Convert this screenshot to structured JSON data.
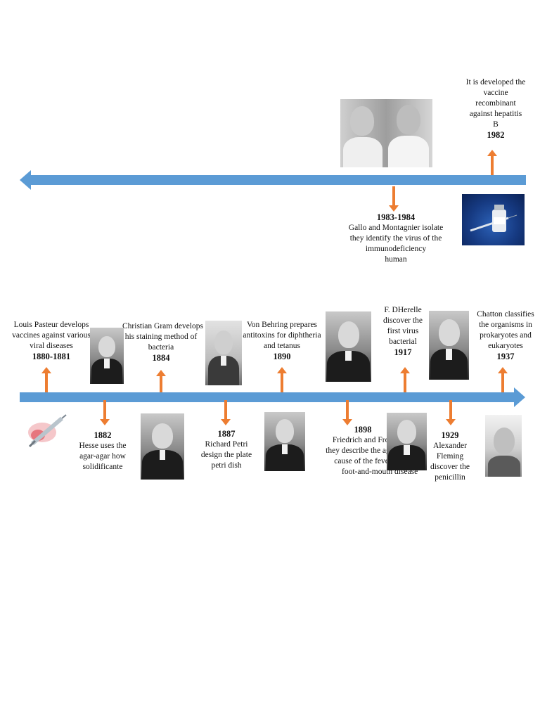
{
  "top_timeline": {
    "direction": "left",
    "events": [
      {
        "id": "1982",
        "lines": [
          "It is developed the",
          "vaccine",
          "recombinant",
          "against hepatitis",
          "B"
        ],
        "year": "1982",
        "arrow": "up",
        "image": "vaccine-vial-photo"
      },
      {
        "id": "1983-1984",
        "year": "1983-1984",
        "lines": [
          "Gallo and Montagnier isolate",
          "they identify the virus of the",
          "immunodeficiency",
          "human"
        ],
        "arrow": "down",
        "image": "two-scientists-photo"
      }
    ]
  },
  "bottom_timeline": {
    "direction": "right",
    "events": [
      {
        "id": "1880",
        "lines": [
          "Louis Pasteur develops",
          "vaccines against various",
          "viral diseases"
        ],
        "year": "1880-1881",
        "arrow": "up",
        "image": "syringe-illustration"
      },
      {
        "id": "1882",
        "year": "1882",
        "lines": [
          "Hesse uses the",
          "agar-agar how",
          "solidificante"
        ],
        "arrow": "down",
        "image": "hesse-portrait"
      },
      {
        "id": "1884",
        "lines": [
          "Christian Gram develops",
          "his staining method of",
          "bacteria"
        ],
        "year": "1884",
        "arrow": "up",
        "image": "gram-portrait"
      },
      {
        "id": "1887",
        "year": "1887",
        "lines": [
          "Richard Petri",
          "design the plate",
          "petri dish"
        ],
        "arrow": "down",
        "image": "petri-portrait"
      },
      {
        "id": "1890",
        "lines": [
          "Von Behring prepares",
          "antitoxins for diphtheria",
          "and tetanus"
        ],
        "year": "1890",
        "arrow": "up",
        "image": "behring-portrait"
      },
      {
        "id": "1898",
        "year": "1898",
        "lines": [
          "Friedrich and Frog",
          "they describe the agent",
          "cause of the fever",
          "foot-and-mouth disease"
        ],
        "arrow": "down",
        "image": "loeffler-portrait"
      },
      {
        "id": "1917",
        "lines": [
          "F. DHerelle",
          "discover the",
          "first virus",
          "bacterial"
        ],
        "year": "1917",
        "arrow": "up",
        "image": "dherelle-portrait"
      },
      {
        "id": "1929",
        "year": "1929",
        "lines": [
          "Alexander",
          "Fleming",
          "discover the",
          "penicillin"
        ],
        "arrow": "down",
        "image": "fleming-portrait"
      },
      {
        "id": "1937",
        "lines": [
          "Chatton classifies",
          "the organisms in",
          "prokaryotes and",
          "eukaryotes"
        ],
        "year": "1937",
        "arrow": "up",
        "image": "chatton-portrait"
      }
    ]
  },
  "colors": {
    "timeline": "#5b9bd5",
    "arrow": "#ed7d31"
  }
}
